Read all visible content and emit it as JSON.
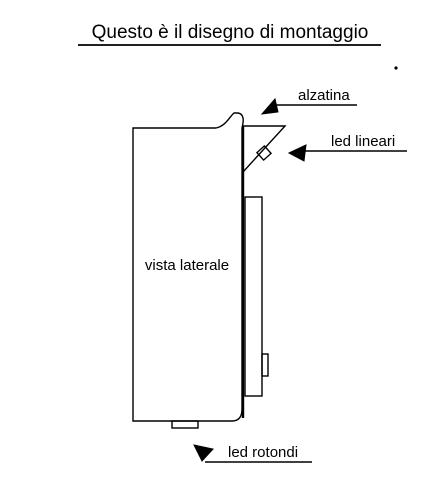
{
  "title": "Questo è il disegno di montaggio",
  "labels": {
    "side_view": "vista laterale",
    "raised_edge": "alzatina",
    "linear_leds": "led lineari",
    "round_leds": "led rotondi"
  },
  "colors": {
    "ink": "#000000",
    "background": "#ffffff"
  }
}
